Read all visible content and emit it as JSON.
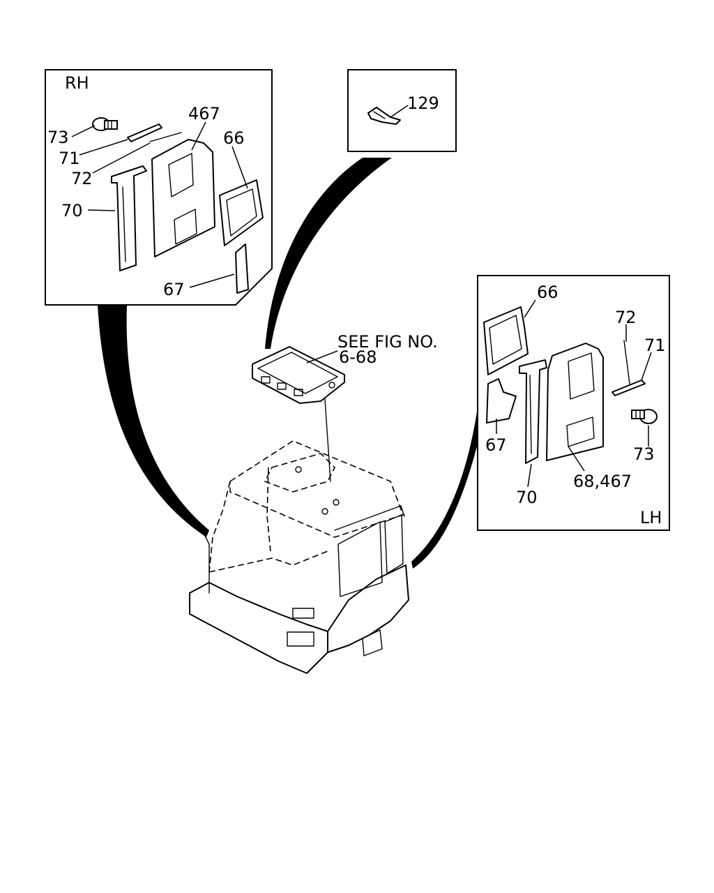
{
  "inset_rh": {
    "side_label": "RH",
    "callouts": [
      "467",
      "66",
      "73",
      "71",
      "72",
      "70",
      "67"
    ]
  },
  "inset_top": {
    "callouts": [
      "129"
    ]
  },
  "center": {
    "ref_line1": "SEE FIG NO.",
    "ref_line2": "6-68"
  },
  "inset_lh": {
    "side_label": "LH",
    "callouts": [
      "66",
      "72",
      "71",
      "67",
      "73",
      "68,467",
      "70"
    ]
  }
}
